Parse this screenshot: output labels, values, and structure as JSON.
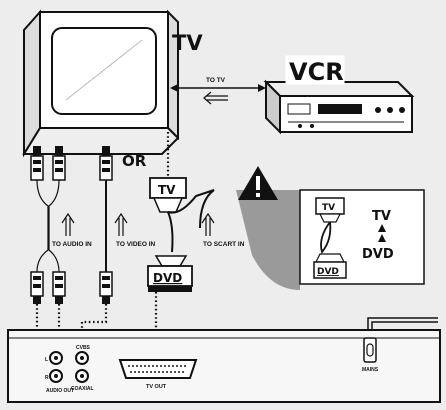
{
  "labels": {
    "tv": "TV",
    "vcr": "VCR",
    "or": "OR",
    "to_tv": "TO TV",
    "to_audio_in": "TO AUDIO IN",
    "to_video_in": "TO VIDEO IN",
    "to_scart_in": "TO SCART IN",
    "plug_tv": "TV",
    "plug_dvd": "DVD",
    "inset_tv_plug": "TV",
    "inset_dvd_plug": "DVD",
    "inset_tv": "TV",
    "inset_dvd": "DVD",
    "jack_l": "L",
    "jack_r": "R",
    "audio_out": "AUDIO OUT",
    "cvbs": "CVBS",
    "coaxial": "COAXIAL",
    "tv_out": "TV OUT",
    "mains": "MAINS"
  },
  "colors": {
    "background": "#ededed",
    "ink": "#111111",
    "shadow": "#9a9a9a"
  }
}
